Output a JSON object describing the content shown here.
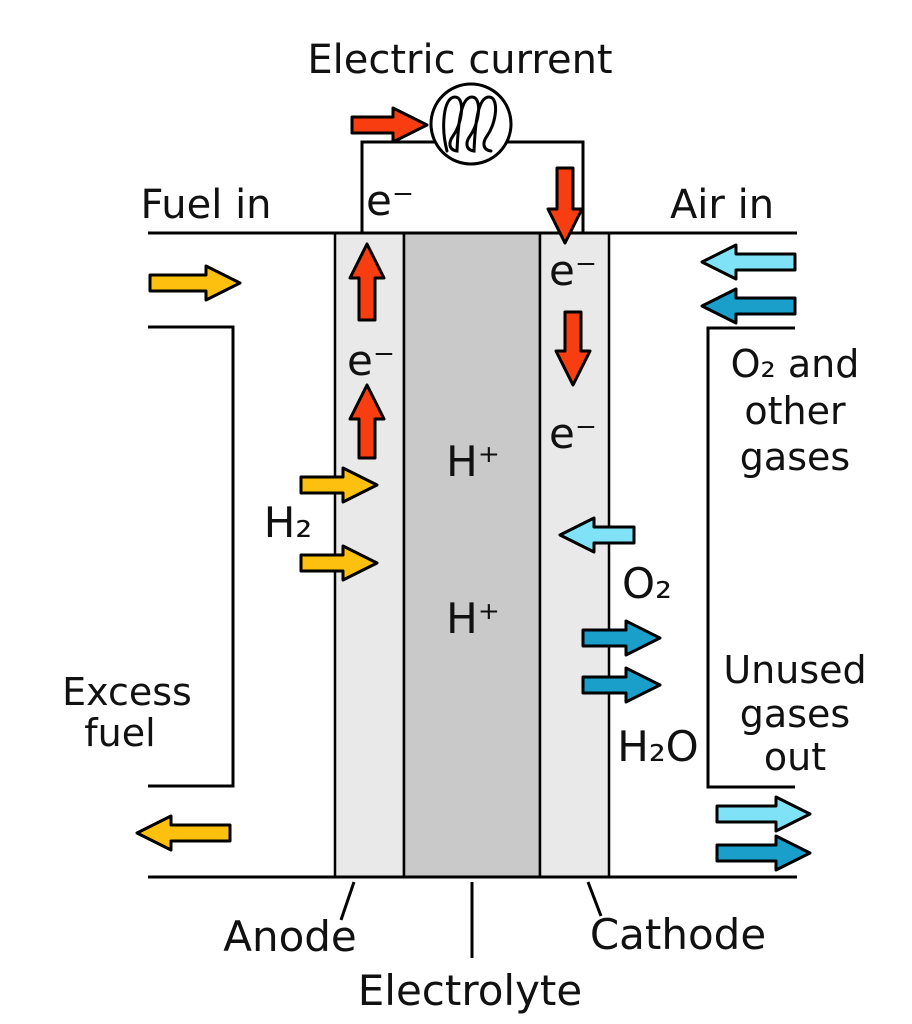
{
  "top": {
    "title": "Electric current",
    "electron": "e⁻"
  },
  "left": {
    "inlet": "Fuel in",
    "hydrogen": "H₂",
    "excess": [
      "Excess",
      "fuel"
    ]
  },
  "right": {
    "inlet": "Air in",
    "oxygen_in": [
      "O₂ and",
      "other",
      "gases"
    ],
    "oxygen": "O₂",
    "water": "H₂O",
    "unused": [
      "Unused",
      "gases",
      "out"
    ]
  },
  "cell": {
    "anode": "Anode",
    "electrolyte": "Electrolyte",
    "cathode": "Cathode",
    "anode_electron": "e⁻",
    "cathode_electron_top": "e⁻",
    "cathode_electron_mid": "e⁻",
    "proton_top": "H⁺",
    "proton_bottom": "H⁺"
  },
  "colors": {
    "fuel": "#fdc00e",
    "electron_flow": "#f83e10",
    "air_light": "#80e2f6",
    "air_dark": "#199fc9",
    "electrode": "#e9e9e9",
    "electrolyte": "#c9c9c9"
  }
}
